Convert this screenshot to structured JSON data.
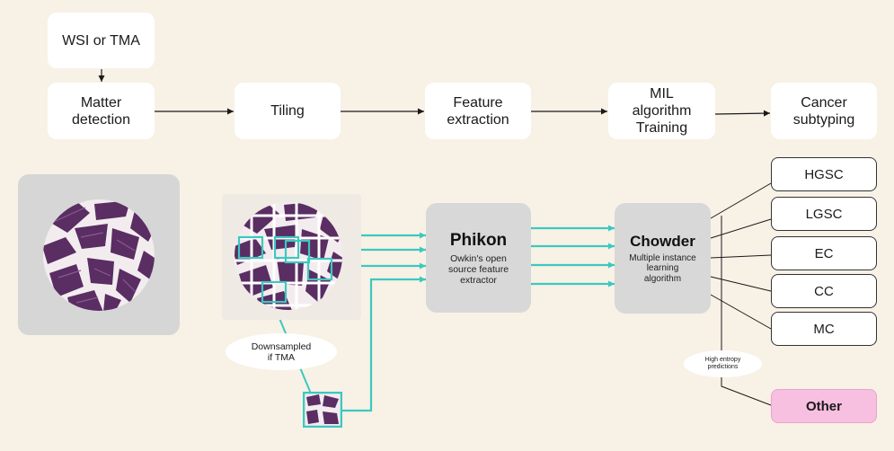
{
  "pipeline": {
    "input": "WSI or TMA",
    "steps": [
      [
        "Matter",
        "detection"
      ],
      [
        "Tiling"
      ],
      [
        "Feature",
        "extraction"
      ],
      [
        "MIL",
        "algorithm",
        "Training"
      ],
      [
        "Cancer",
        "subtyping"
      ]
    ]
  },
  "models": {
    "phikon": {
      "name": "Phikon",
      "description": [
        "Owkin's open",
        "source feature",
        "extractor"
      ]
    },
    "chowder": {
      "name": "Chowder",
      "description": [
        "Multiple instance",
        "learning",
        "algorithm"
      ]
    }
  },
  "annotations": {
    "downsampled": [
      "Downsampled",
      "if TMA"
    ],
    "high_entropy": [
      "High entropy",
      "predictions"
    ]
  },
  "outputs": [
    "HGSC",
    "LGSC",
    "EC",
    "CC",
    "MC"
  ],
  "other_output": "Other",
  "colors": {
    "background": "#f8f1e6",
    "teal": "#3cc8c0",
    "tissue": "#5a2d63",
    "other_fill": "#f7bfe0"
  }
}
